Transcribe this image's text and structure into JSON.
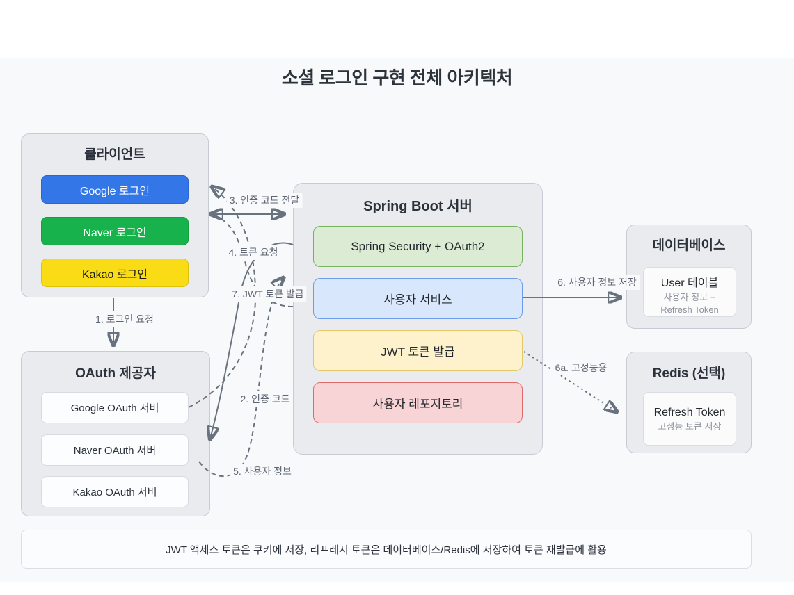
{
  "title": "소셜 로그인 구현 전체 아키텍처",
  "colors": {
    "canvas": "#f8f9fa",
    "group_bg": "#e9ebee",
    "group_border": "#c7ccd4",
    "arrow": "#68737f",
    "google_blue": "#3276e8",
    "naver_green": "#17b24b",
    "kakao_yellow": "#f9dc15"
  },
  "client": {
    "title": "클라이언트",
    "buttons": [
      {
        "label": "Google 로그인",
        "bg": "#3276e8",
        "border": "#2b66cf",
        "fg": "#ffffff"
      },
      {
        "label": "Naver 로그인",
        "bg": "#17b24b",
        "border": "#12a041",
        "fg": "#ffffff"
      },
      {
        "label": "Kakao 로그인",
        "bg": "#f9dc15",
        "border": "#ddc307",
        "fg": "#16191d"
      }
    ]
  },
  "oauth": {
    "title": "OAuth 제공자",
    "servers": [
      {
        "label": "Google OAuth 서버"
      },
      {
        "label": "Naver OAuth 서버"
      },
      {
        "label": "Kakao OAuth 서버"
      }
    ]
  },
  "spring": {
    "title": "Spring Boot 서버",
    "components": [
      {
        "label": "Spring Security + OAuth2",
        "bg": "#dcecd4",
        "border": "#78b25e"
      },
      {
        "label": "사용자 서비스",
        "bg": "#d8e7fb",
        "border": "#6c9ce9"
      },
      {
        "label": "JWT 토큰 발급",
        "bg": "#fdf2cb",
        "border": "#e2c868"
      },
      {
        "label": "사용자 레포지토리",
        "bg": "#f9d4d6",
        "border": "#df6b6b"
      }
    ]
  },
  "database": {
    "title": "데이터베이스",
    "table": {
      "title": "User 테이블",
      "sub1": "사용자 정보 +",
      "sub2": "Refresh Token"
    }
  },
  "redis": {
    "title": "Redis (선택)",
    "store": {
      "title": "Refresh Token",
      "sub1": "고성능 토큰 저장"
    }
  },
  "edges": {
    "e1": {
      "label": "1. 로그인 요청",
      "style": "solid"
    },
    "e2": {
      "label": "2. 인증 코드",
      "style": "dashed"
    },
    "e3": {
      "label": "3. 인증 코드 전달",
      "style": "solid"
    },
    "e4": {
      "label": "4. 토큰 요청",
      "style": "solid"
    },
    "e5": {
      "label": "5. 사용자 정보",
      "style": "dashed"
    },
    "e6": {
      "label": "6. 사용자 정보 저장",
      "style": "solid"
    },
    "e6a": {
      "label": "6a. 고성능용",
      "style": "dotted"
    },
    "e7": {
      "label": "7. JWT 토큰 발급",
      "style": "dashed"
    }
  },
  "note": "JWT 액세스 토큰은 쿠키에 저장, 리프레시 토큰은 데이터베이스/Redis에 저장하여 토큰 재발급에 활용"
}
